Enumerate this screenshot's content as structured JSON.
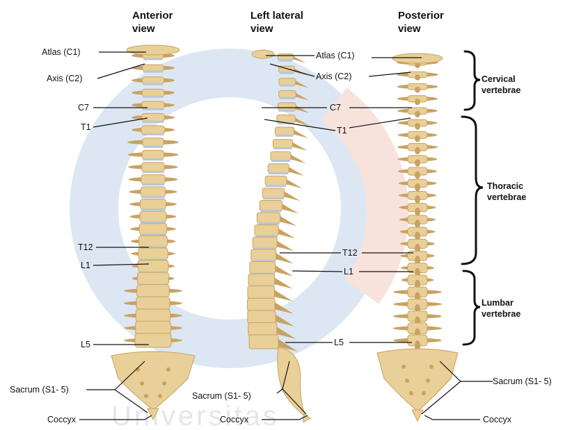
{
  "views": {
    "anterior": [
      "Anterior",
      "view"
    ],
    "lateral": [
      "Left lateral",
      "view"
    ],
    "posterior": [
      "Posterior",
      "view"
    ]
  },
  "labels": {
    "atlas": "Atlas (C1)",
    "axis": "Axis (C2)",
    "c7": "C7",
    "t1": "T1",
    "t12": "T12",
    "l1": "L1",
    "l5": "L5",
    "sacrum": "Sacrum (S1- 5)",
    "coccyx": "Coccyx"
  },
  "groups": {
    "cervical": [
      "Cervical",
      "vertebrae"
    ],
    "thoracic": [
      "Thoracic",
      "vertebrae"
    ],
    "lumbar": [
      "Lumbar",
      "vertebrae"
    ]
  },
  "watermark": "Universitas",
  "colors": {
    "bone": "#e9cf98",
    "bone_shade": "#c9a263",
    "disc": "#b8c6cf",
    "watermark_blue": "#dde7f3",
    "watermark_red": "#f7e2dc"
  }
}
